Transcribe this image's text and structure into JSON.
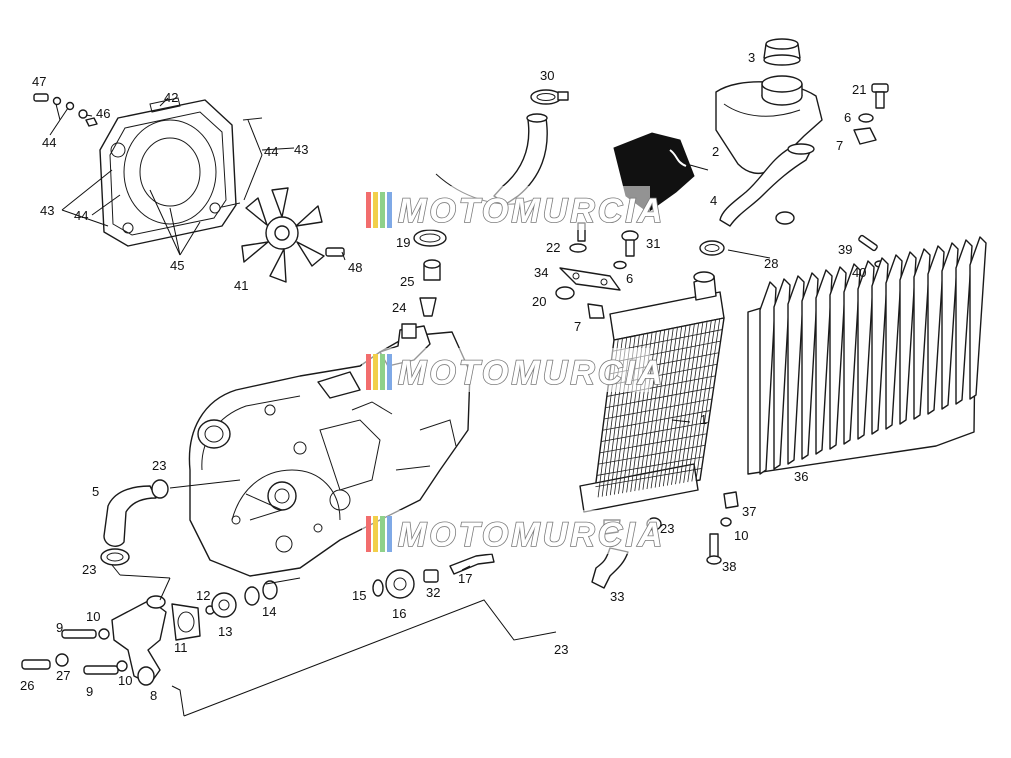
{
  "watermark": {
    "text": "MOTOMURCIA",
    "stripe_colors": [
      "#f26d6d",
      "#f2cf4a",
      "#8fd18a",
      "#7fa9e6"
    ]
  },
  "callouts": {
    "n1": "1",
    "n2": "2",
    "n3": "3",
    "n4": "4",
    "n5": "5",
    "n6a": "6",
    "n6b": "6",
    "n7a": "7",
    "n7b": "7",
    "n8": "8",
    "n9a": "9",
    "n9b": "9",
    "n10a": "10",
    "n10b": "10",
    "n10c": "10",
    "n11": "11",
    "n12": "12",
    "n13": "13",
    "n14": "14",
    "n15": "15",
    "n16": "16",
    "n17": "17",
    "n19": "19",
    "n20": "20",
    "n21": "21",
    "n22": "22",
    "n23a": "23",
    "n23b": "23",
    "n23c": "23",
    "n23d": "23",
    "n24": "24",
    "n25": "25",
    "n26": "26",
    "n27": "27",
    "n28": "28",
    "n30": "30",
    "n31": "31",
    "n32": "32",
    "n33": "33",
    "n34": "34",
    "n36": "36",
    "n37": "37",
    "n38": "38",
    "n39": "39",
    "n40": "40",
    "n41": "41",
    "n42": "42",
    "n43a": "43",
    "n43b": "43",
    "n44a": "44",
    "n44b": "44",
    "n44c": "44",
    "n45": "45",
    "n46": "46",
    "n47": "47",
    "n48": "48"
  }
}
